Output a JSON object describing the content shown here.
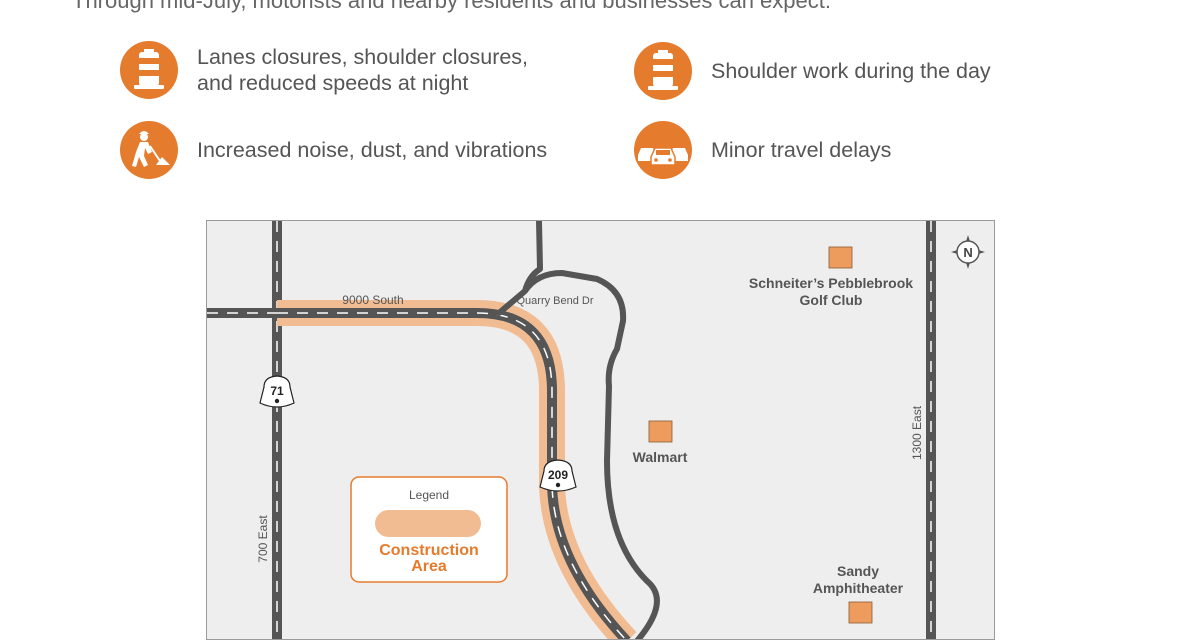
{
  "intro": "Through mid-July, motorists and nearby residents and businesses can expect:",
  "impacts": [
    {
      "icon": "traffic-barrel-icon",
      "line1": "Lanes closures, shoulder closures,",
      "line2": "and reduced speeds at night"
    },
    {
      "icon": "traffic-barrel-icon",
      "line1": "Shoulder work during the day",
      "line2": ""
    },
    {
      "icon": "road-worker-icon",
      "line1": "Increased noise, dust, and vibrations",
      "line2": ""
    },
    {
      "icon": "traffic-cars-icon",
      "line1": "Minor travel delays",
      "line2": ""
    }
  ],
  "colors": {
    "accent": "#e57b2c",
    "construction": "#f2bc92",
    "road": "#555555",
    "map_bg": "#eeeeee",
    "landmark": "#ee9c5e"
  },
  "map": {
    "roads": {
      "south_9000": "9000 South",
      "quarry_bend": "Quarry Bend Dr",
      "east_700": "700 East",
      "east_1300": "1300 East"
    },
    "shields": {
      "sr71": "71",
      "sr209": "209"
    },
    "landmarks": {
      "golf_line1": "Schneiter’s Pebblebrook",
      "golf_line2": "Golf Club",
      "walmart": "Walmart",
      "amph_line1": "Sandy",
      "amph_line2": "Amphitheater"
    },
    "compass": "N",
    "legend": {
      "title": "Legend",
      "item_line1": "Construction",
      "item_line2": "Area"
    }
  }
}
